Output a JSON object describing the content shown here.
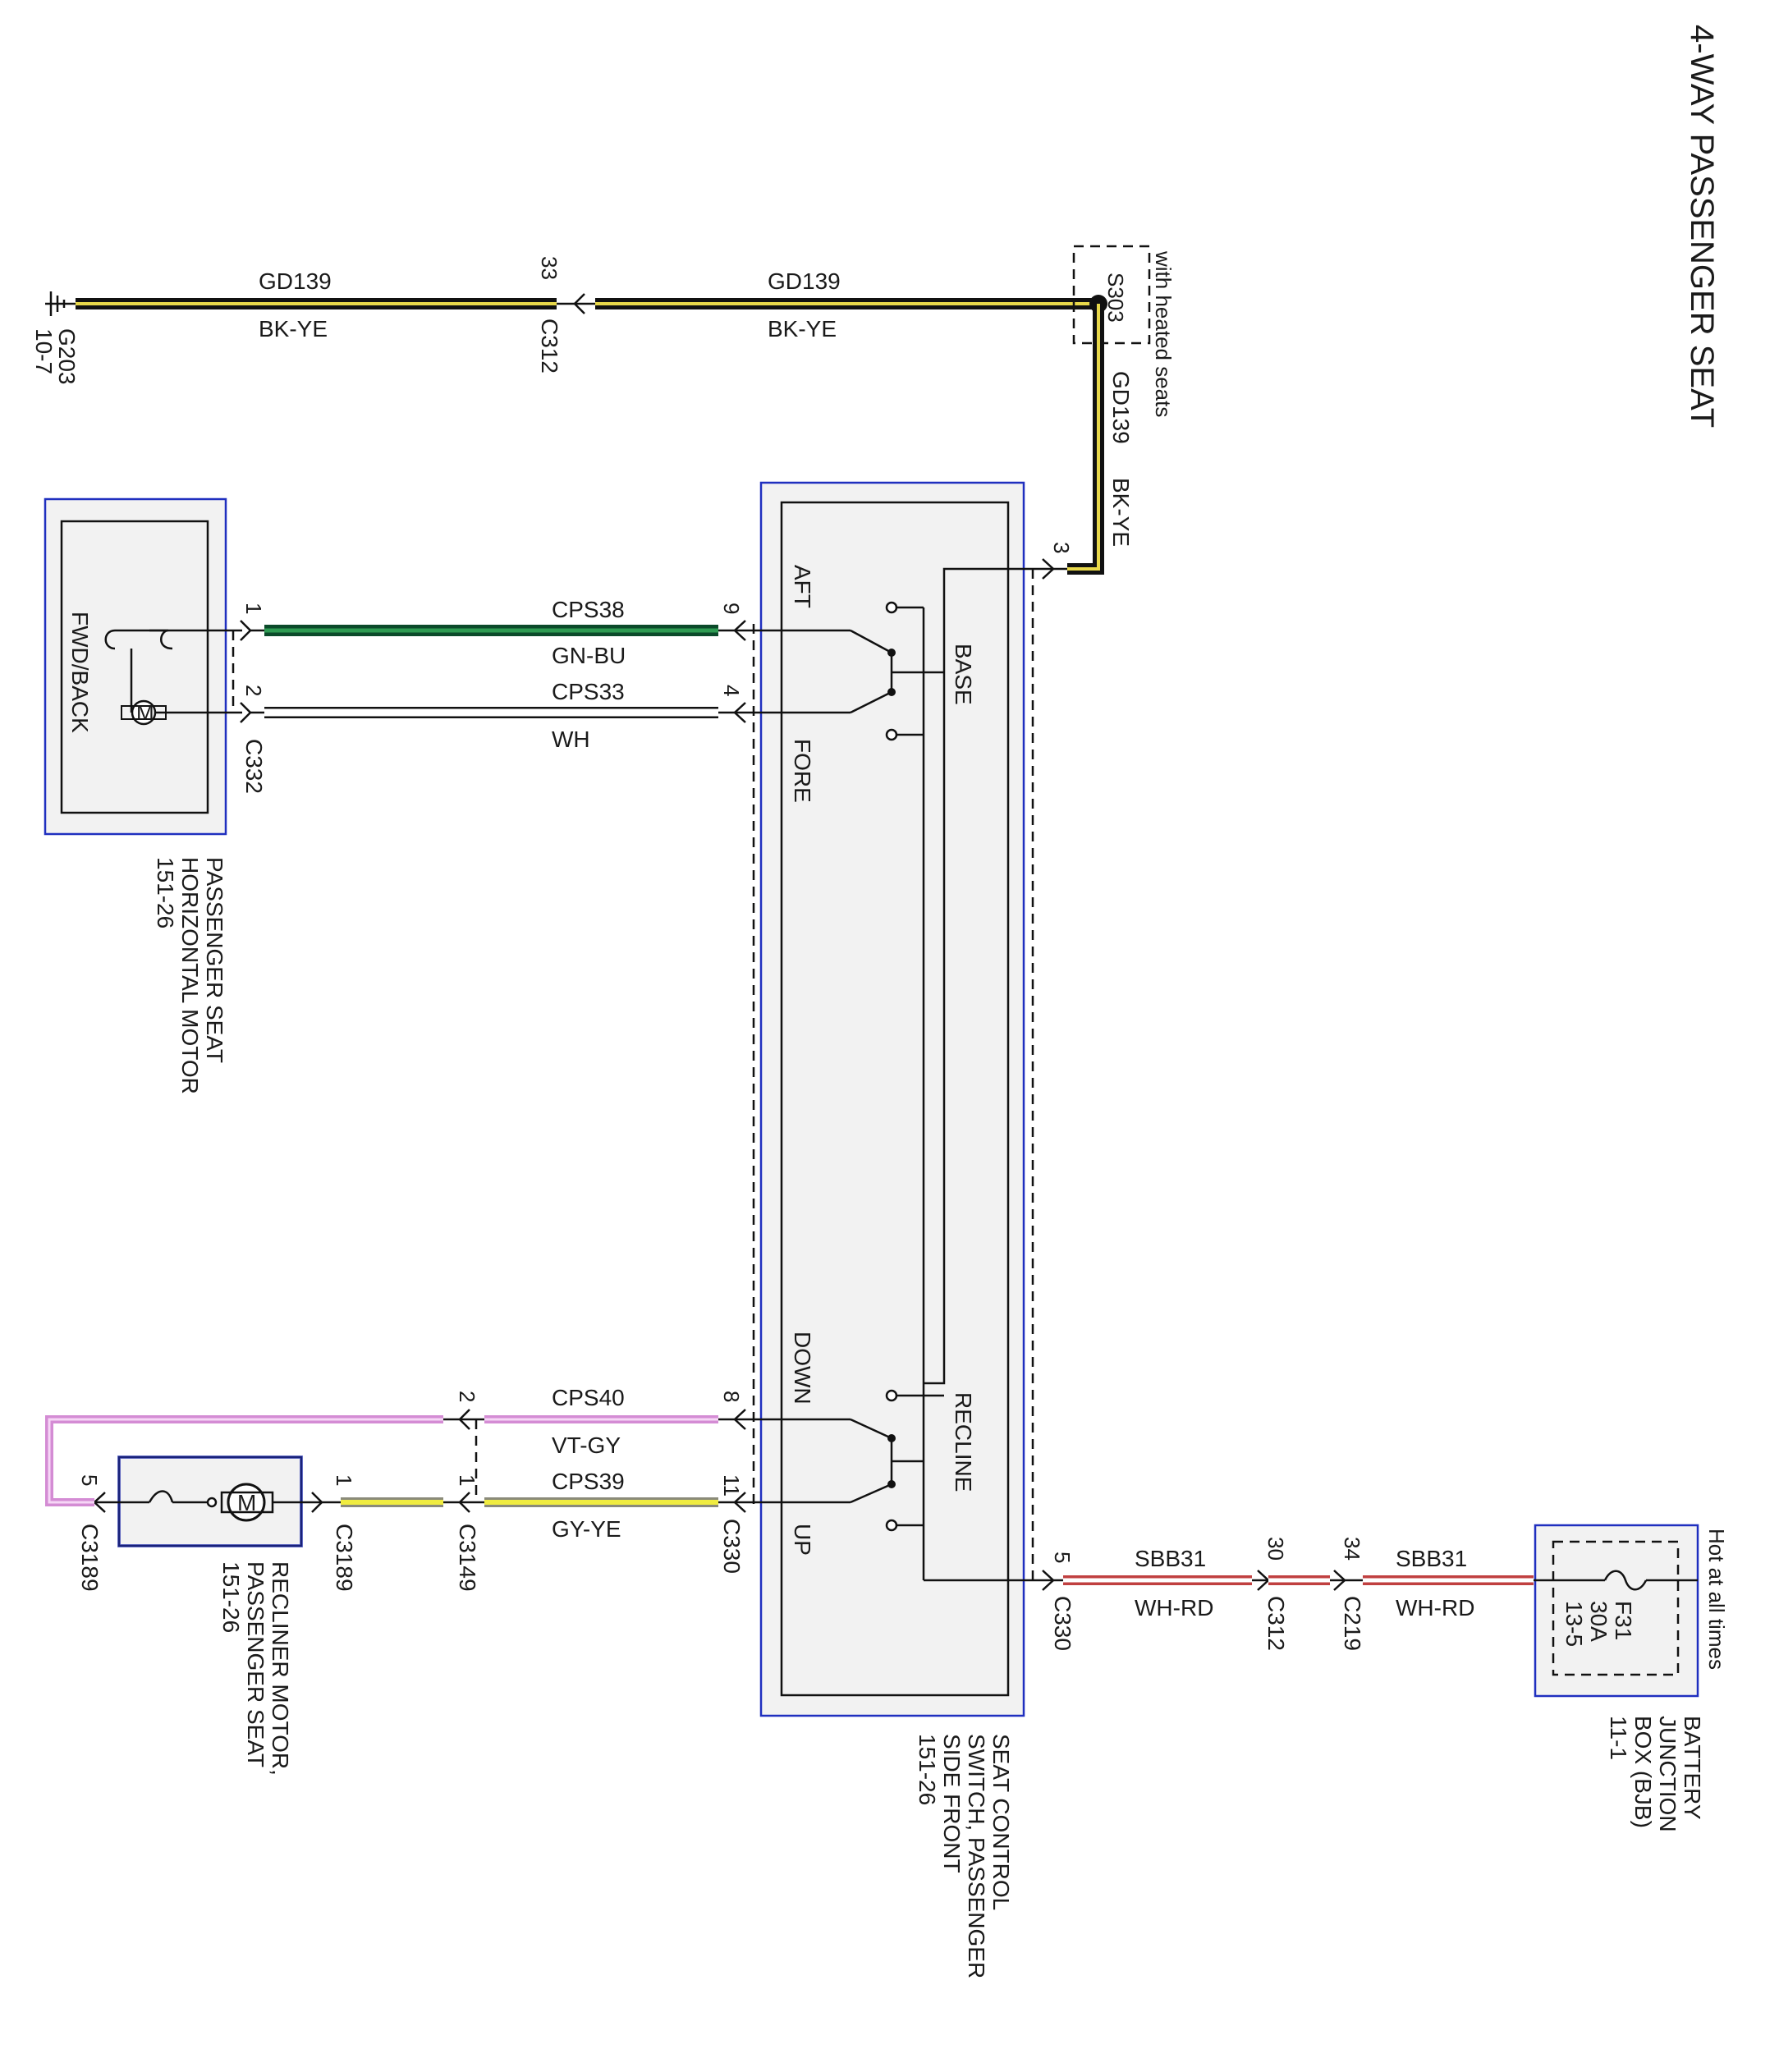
{
  "title": "4-WAY PASSENGER SEAT",
  "colors": {
    "bk_ye_outer": "#111111",
    "bk_ye_inner": "#e8d84a",
    "gn_bu_outer": "#0b4a2a",
    "gn_bu_inner": "#2e9b52",
    "wh_outer": "#111111",
    "wh_inner": "#ffffff",
    "vt_gy": "#d48cd4",
    "gy_ye_outer": "#8a8a7a",
    "gy_ye_inner": "#f0ec40",
    "wh_rd_outer": "#c04040",
    "wh_rd_inner": "#ffffff",
    "component_border": "#1f2fbf"
  },
  "ground": {
    "id": "G203",
    "ref": "10-7"
  },
  "splice": {
    "id": "S303",
    "note": "with heated seats"
  },
  "wires": {
    "gd139": {
      "circuit": "GD139",
      "color": "BK-YE"
    },
    "cps38": {
      "circuit": "CPS38",
      "color": "GN-BU"
    },
    "cps33": {
      "circuit": "CPS33",
      "color": "WH"
    },
    "cps40": {
      "circuit": "CPS40",
      "color": "VT-GY"
    },
    "cps39": {
      "circuit": "CPS39",
      "color": "GY-YE"
    },
    "sbb31": {
      "circuit": "SBB31",
      "color": "WH-RD"
    }
  },
  "connectors": {
    "c312_gnd": {
      "name": "C312",
      "pin": "33"
    },
    "c330_base": {
      "pin": "3"
    },
    "c330_cps38": {
      "pin": "9"
    },
    "c330_cps33": {
      "pin": "4"
    },
    "c330_cps40": {
      "pin": "8"
    },
    "c330_cps39": {
      "name": "C330",
      "pin": "11"
    },
    "c330_power": {
      "name": "C330",
      "pin": "5"
    },
    "c312_power": {
      "name": "C312",
      "pin": "30"
    },
    "c219_power": {
      "name": "C219",
      "pin": "34"
    },
    "c332_pin1": {
      "pin": "1"
    },
    "c332_pin2": {
      "name": "C332",
      "pin": "2"
    },
    "c3149_pin2": {
      "pin": "2"
    },
    "c3149_pin1": {
      "name": "C3149",
      "pin": "1"
    },
    "c3189_pin1": {
      "name": "C3189",
      "pin": "1"
    },
    "c3189_pin5": {
      "name": "C3189",
      "pin": "5"
    }
  },
  "components": {
    "horizontal_motor": {
      "line1": "PASSENGER SEAT",
      "line2": "HORIZONTAL MOTOR",
      "line3": "151-26",
      "label": "FWD/BACK"
    },
    "recliner_motor": {
      "line1": "RECLINER MOTOR,",
      "line2": "PASSENGER SEAT",
      "line3": "151-26"
    },
    "seat_switch": {
      "line1": "SEAT CONTROL",
      "line2": "SWITCH, PASSENGER",
      "line3": "SIDE FRONT",
      "line4": "151-26",
      "aft": "AFT",
      "fore": "FORE",
      "base": "BASE",
      "down": "DOWN",
      "up": "UP",
      "recline": "RECLINE"
    },
    "bjb": {
      "line1": "BATTERY",
      "line2": "JUNCTION",
      "line3": "BOX (BJB)",
      "line4": "11-1",
      "fuse": "F31",
      "rating": "30A",
      "ref": "13-5",
      "hot_label": "Hot at all times"
    }
  },
  "motor_symbol": "M"
}
